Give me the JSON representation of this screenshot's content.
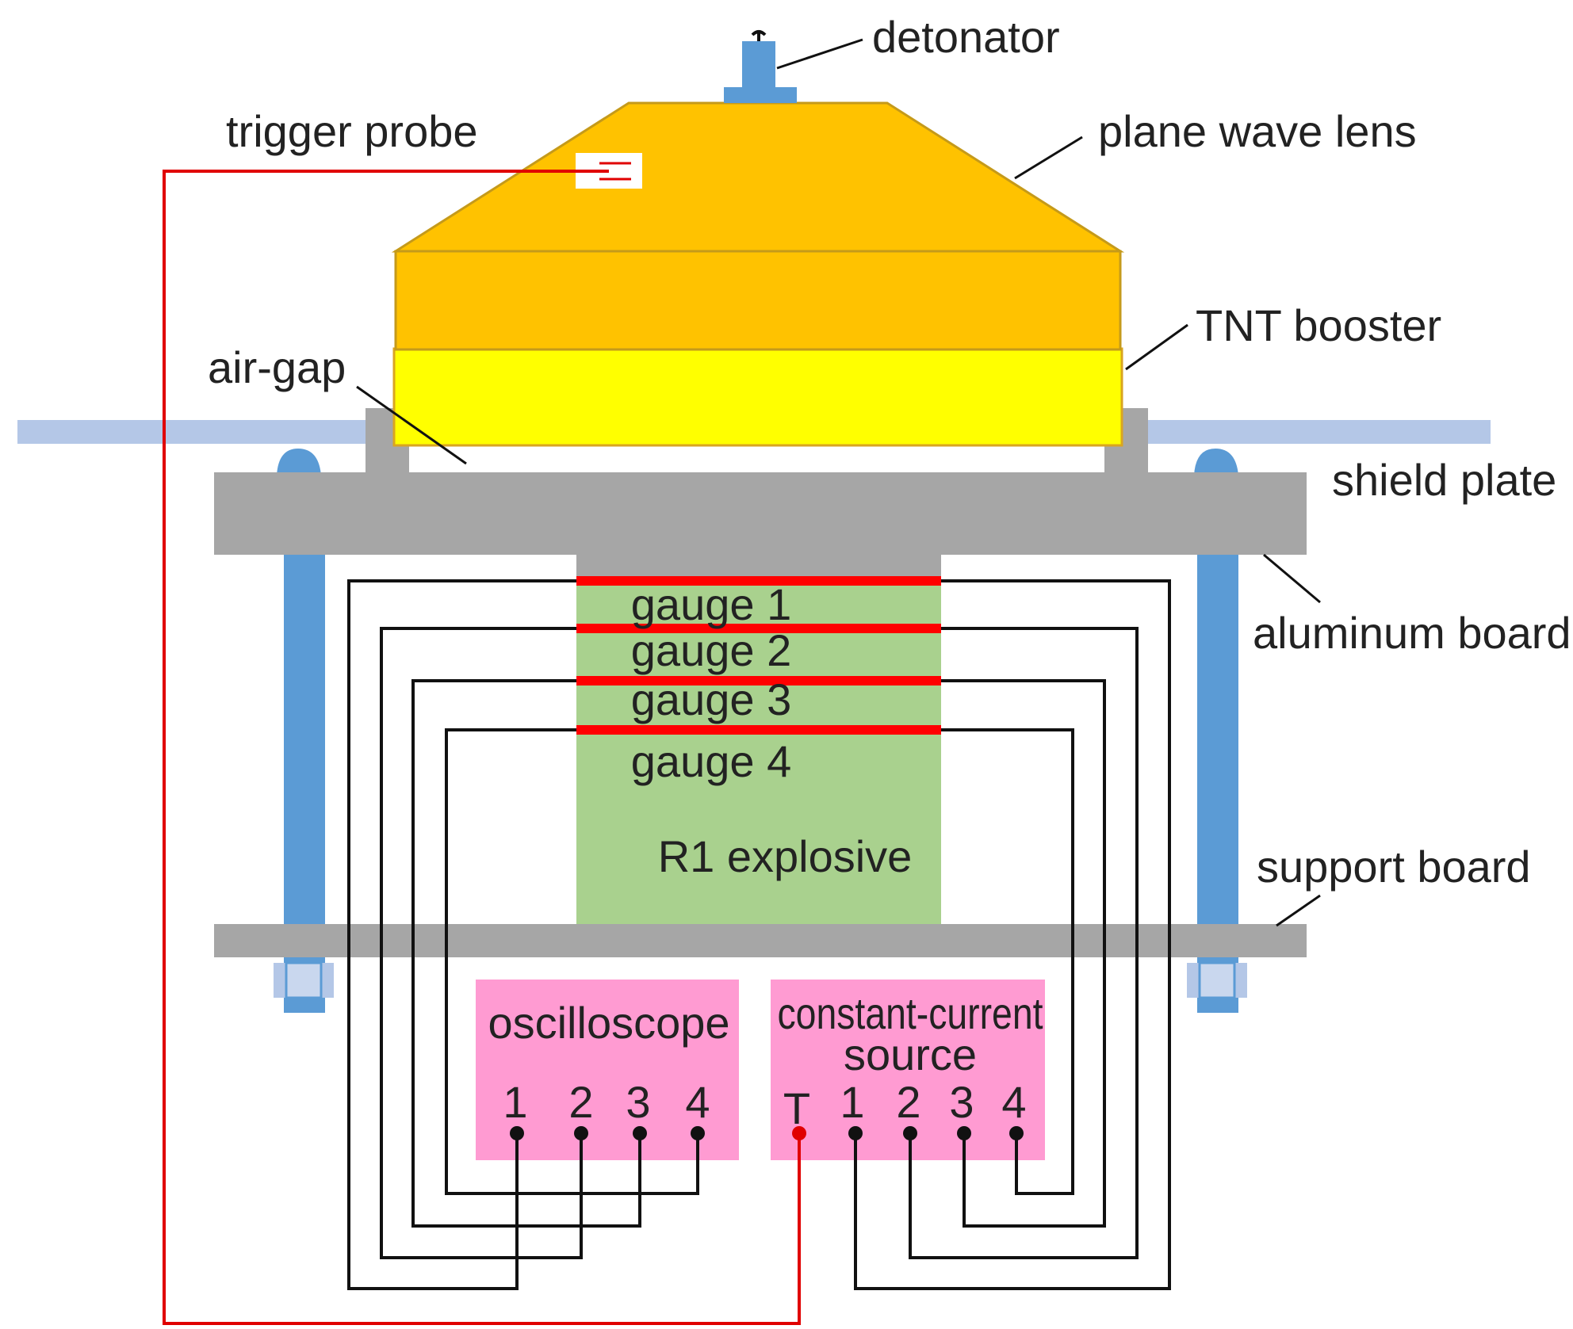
{
  "labels": {
    "detonator": "detonator",
    "trigger_probe": "trigger probe",
    "plane_wave_lens": "plane wave lens",
    "tnt_booster": "TNT booster",
    "air_gap": "air-gap",
    "shield_plate": "shield plate",
    "aluminum_board": "aluminum board",
    "support_board": "support board",
    "r1_explosive": "R1 explosive"
  },
  "gauges": [
    "gauge 1",
    "gauge 2",
    "gauge 3",
    "gauge 4"
  ],
  "oscilloscope": {
    "title": "oscilloscope",
    "channels": [
      "1",
      "2",
      "3",
      "4"
    ]
  },
  "current_source": {
    "title_line1": "constant-current",
    "title_line2": "source",
    "channels": [
      "T",
      "1",
      "2",
      "3",
      "4"
    ]
  },
  "colors": {
    "lens": "#FFC200",
    "booster": "#FFFF00",
    "gray_parts": "#A6A6A6",
    "bolt": "#5B9BD5",
    "bolt_light": "#B4C7E7",
    "shield_plate": "#B4C7E7",
    "explosive": "#A9D18E",
    "gauge_line": "#FF0000",
    "instrument_box": "#FF9BD2",
    "wire": "#111111",
    "trigger_wire": "#E00000"
  }
}
